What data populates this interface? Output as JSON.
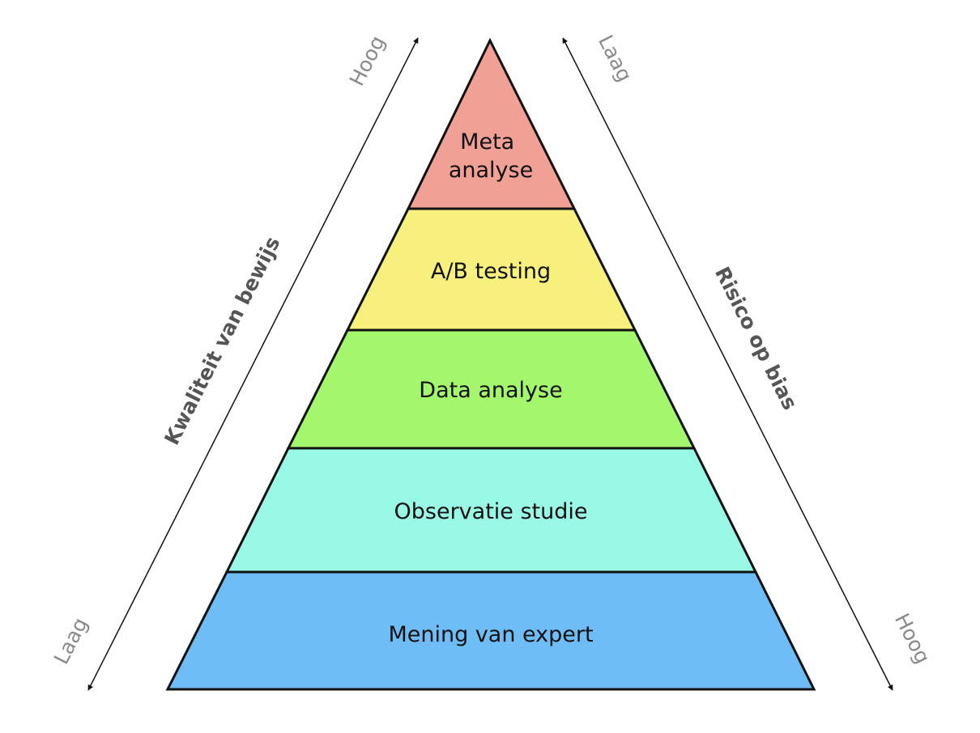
{
  "tiers": [
    {
      "label_lines": [
        "Meta",
        "analyse"
      ],
      "color": "#f0a095"
    },
    {
      "label_lines": [
        "A/B testing"
      ],
      "color": "#f8f07d"
    },
    {
      "label_lines": [
        "Data analyse"
      ],
      "color": "#a4f76c"
    },
    {
      "label_lines": [
        "Observatie studie"
      ],
      "color": "#99f8e6"
    },
    {
      "label_lines": [
        "Mening van expert"
      ],
      "color": "#6ebdf7"
    }
  ],
  "left_axis": {
    "title": "Kwaliteit van bewijs",
    "top_label": "Hoog",
    "bottom_label": "Laag"
  },
  "right_axis": {
    "title": "Risico op bias",
    "top_label": "Laag",
    "bottom_label": "Hoog"
  }
}
